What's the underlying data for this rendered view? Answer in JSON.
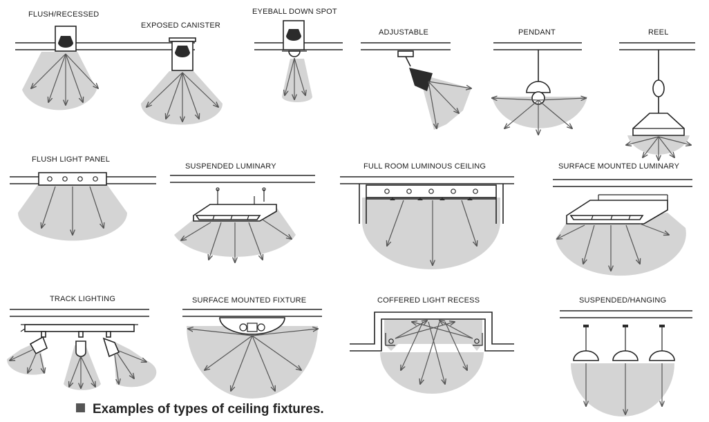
{
  "labels": {
    "flush_recessed": "FLUSH/RECESSED",
    "exposed_canister": "EXPOSED CANISTER",
    "eyeball_down_spot": "EYEBALL DOWN SPOT",
    "adjustable": "ADJUSTABLE",
    "pendant": "PENDANT",
    "reel": "REEL",
    "flush_light_panel": "FLUSH LIGHT PANEL",
    "suspended_luminary": "SUSPENDED LUMINARY",
    "full_room_luminous_ceiling": "FULL ROOM LUMINOUS CEILING",
    "surface_mounted_luminary": "SURFACE MOUNTED LUMINARY",
    "track_lighting": "TRACK LIGHTING",
    "surface_mounted_fixture": "SURFACE MOUNTED FIXTURE",
    "coffered_light_recess": "COFFERED LIGHT RECESS",
    "suspended_hanging": "SUSPENDED/HANGING"
  },
  "caption": "Examples of types of ceiling fixtures.",
  "colors": {
    "ink": "#222222",
    "light_spread": "#d4d4d4",
    "caption_bullet": "#555555"
  }
}
